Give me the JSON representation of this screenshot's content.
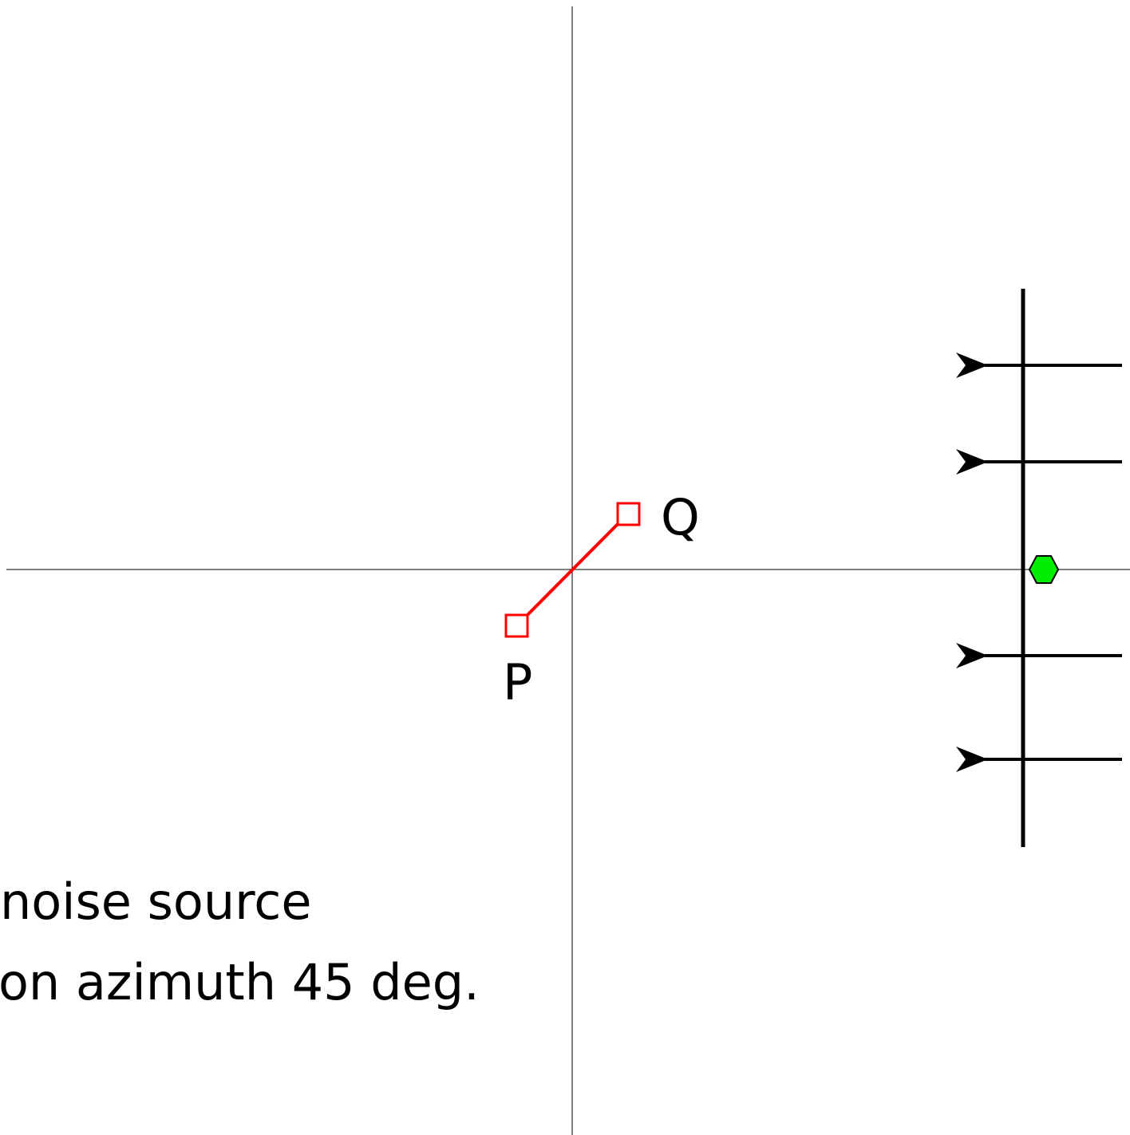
{
  "diagram": {
    "points": [
      {
        "id": "P",
        "label": "P"
      },
      {
        "id": "Q",
        "label": "Q"
      }
    ],
    "caption_lines": [
      "noise source",
      "on azimuth 45 deg."
    ],
    "colors": {
      "background": "#ffffff",
      "axes": "#000000",
      "baseline": "#ff0000",
      "wavefront": "#000000",
      "source": "#00ee00",
      "source_outline": "#000000"
    },
    "source_azimuth_deg": 45,
    "wave_arrow_count": 4
  }
}
